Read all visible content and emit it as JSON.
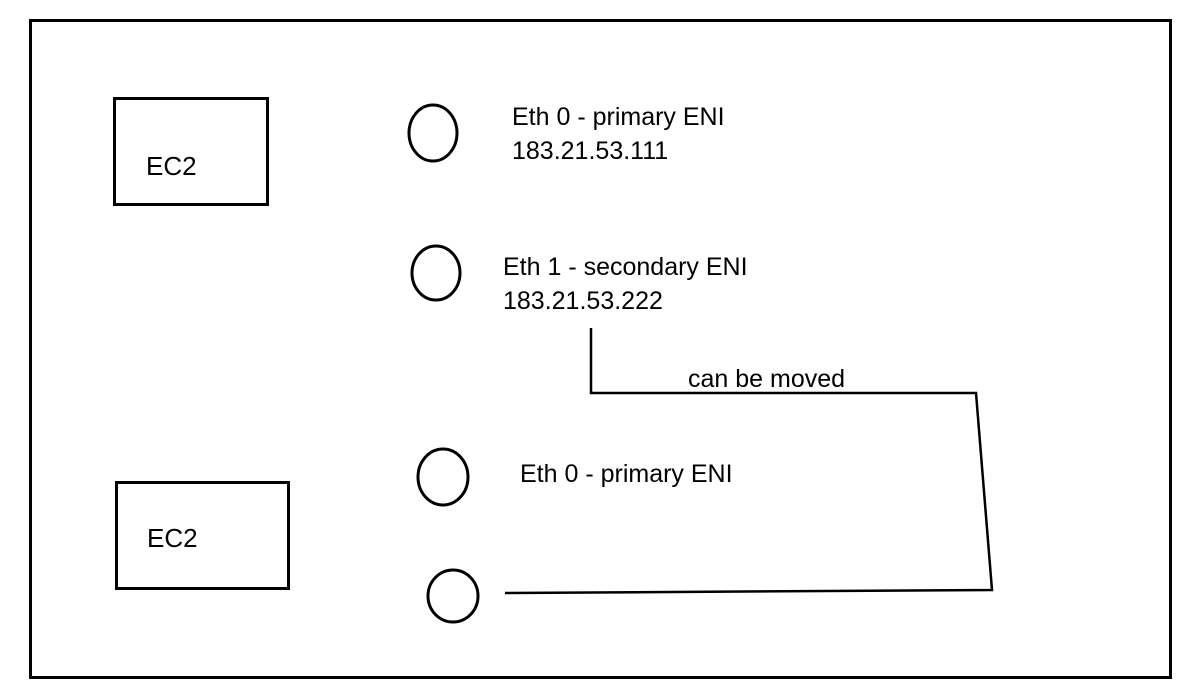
{
  "diagram": {
    "title_hint": "EC2 elastic network interface (ENI) move diagram",
    "colors": {
      "stroke": "#000000",
      "background": "#ffffff"
    },
    "instances": [
      {
        "label": "EC2"
      },
      {
        "label": "EC2"
      }
    ],
    "enis": [
      {
        "name": "Eth 0 - primary ENI",
        "ip": "183.21.53.111"
      },
      {
        "name": "Eth 1 - secondary ENI",
        "ip": "183.21.53.222"
      },
      {
        "name": "Eth 0 - primary ENI"
      }
    ],
    "annotation": "can be moved"
  }
}
